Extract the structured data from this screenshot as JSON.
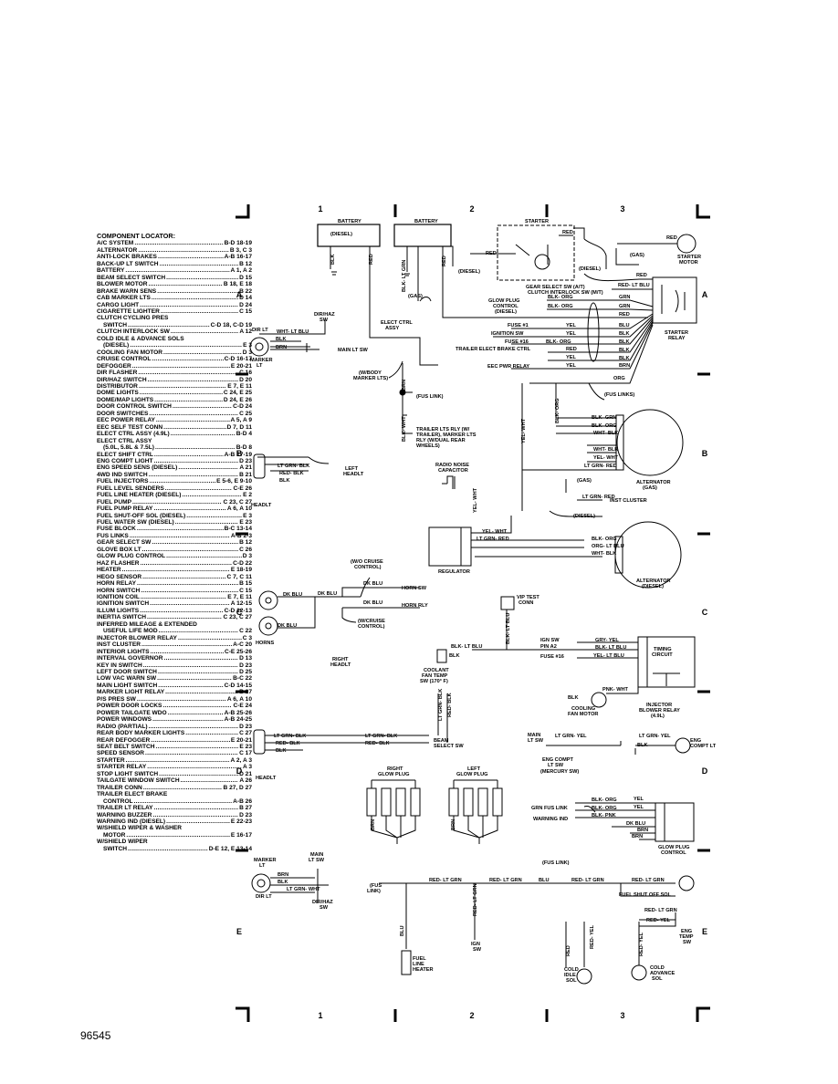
{
  "locator": {
    "title": "COMPONENT LOCATOR:",
    "items": [
      {
        "name": "A/C SYSTEM",
        "ref": "B-D 18-19"
      },
      {
        "name": "ALTERNATOR",
        "ref": "B 3, C 3"
      },
      {
        "name": "ANTI-LOCK BRAKES",
        "ref": "A-B 16-17"
      },
      {
        "name": "BACK-UP LT SWITCH",
        "ref": "B 12"
      },
      {
        "name": "BATTERY",
        "ref": "A 1, A 2"
      },
      {
        "name": "BEAM SELECT SWITCH",
        "ref": "D 15"
      },
      {
        "name": "BLOWER MOTOR",
        "ref": "B 18, E 18"
      },
      {
        "name": "BRAKE WARN SENS",
        "ref": "B 22"
      },
      {
        "name": "CAB MARKER LTS",
        "ref": "D 14"
      },
      {
        "name": "CARGO LIGHT",
        "ref": "D 24"
      },
      {
        "name": "CIGARETTE LIGHTER",
        "ref": "C 15"
      },
      {
        "name": "CLUTCH CYCLING PRES",
        "ref": ""
      },
      {
        "name": "SWITCH",
        "ref": "C-D 18, C-D 19",
        "sub": true
      },
      {
        "name": "CLUTCH INTERLOCK SW",
        "ref": "A 12"
      },
      {
        "name": "COLD IDLE & ADVANCE SOLS",
        "ref": ""
      },
      {
        "name": "(DIESEL)",
        "ref": "E 3",
        "sub": true
      },
      {
        "name": "COOLING FAN MOTOR",
        "ref": "D 3"
      },
      {
        "name": "CRUISE CONTROL",
        "ref": "C-D 16-17"
      },
      {
        "name": "DEFOGGER",
        "ref": "E 20-21"
      },
      {
        "name": "DIR FLASHER",
        "ref": "C 16"
      },
      {
        "name": "DIR/HAZ SWITCH",
        "ref": "D 20"
      },
      {
        "name": "DISTRIBUTOR",
        "ref": "E 7, E 11"
      },
      {
        "name": "DOME LIGHTS",
        "ref": "C 24, E 25"
      },
      {
        "name": "DOME/MAP LIGHTS",
        "ref": "D 24, E 26"
      },
      {
        "name": "DOOR CONTROL SWITCH",
        "ref": "C-D 24"
      },
      {
        "name": "DOOR SWITCHES",
        "ref": "C 25"
      },
      {
        "name": "EEC POWER RELAY",
        "ref": "A 5, A 9"
      },
      {
        "name": "EEC SELF TEST CONN",
        "ref": "D 7, D 11"
      },
      {
        "name": "ELECT CTRL ASSY (4.9L)",
        "ref": "B-D 4"
      },
      {
        "name": "ELECT CTRL ASSY",
        "ref": ""
      },
      {
        "name": "(5.0L, 5.8L & 7.5L)",
        "ref": "B-D 8",
        "sub": true
      },
      {
        "name": "ELECT SHIFT CTRL",
        "ref": "A-B 17-19"
      },
      {
        "name": "ENG COMPT LIGHT",
        "ref": "D 23"
      },
      {
        "name": "ENG SPEED SENS (DIESEL)",
        "ref": "A 21"
      },
      {
        "name": "4WD IND SWITCH",
        "ref": "B 21"
      },
      {
        "name": "FUEL INJECTORS",
        "ref": "E 5-6, E 9-10"
      },
      {
        "name": "FUEL LEVEL SENDERS",
        "ref": "C-E 26"
      },
      {
        "name": "FUEL LINE HEATER (DIESEL)",
        "ref": "E 2"
      },
      {
        "name": "FUEL PUMP",
        "ref": "C 23, C 27"
      },
      {
        "name": "FUEL PUMP RELAY",
        "ref": "A 6, A 10"
      },
      {
        "name": "FUEL SHUT-OFF SOL (DIESEL)",
        "ref": "E 3"
      },
      {
        "name": "FUEL WATER SW (DIESEL)",
        "ref": "E 23"
      },
      {
        "name": "FUSE BLOCK",
        "ref": "B-C 13-14"
      },
      {
        "name": "FUS LINKS",
        "ref": "A-B 2-3"
      },
      {
        "name": "GEAR SELECT SW",
        "ref": "B 12"
      },
      {
        "name": "GLOVE BOX LT",
        "ref": "C 26"
      },
      {
        "name": "GLOW PLUG CONTROL",
        "ref": "D 3"
      },
      {
        "name": "HAZ FLASHER",
        "ref": "C-D 22"
      },
      {
        "name": "HEATER",
        "ref": "E 18-19"
      },
      {
        "name": "HEGO SENSOR",
        "ref": "C 7, C 11"
      },
      {
        "name": "HORN RELAY",
        "ref": "B 15"
      },
      {
        "name": "HORN SWITCH",
        "ref": "C 15"
      },
      {
        "name": "IGNITION COIL",
        "ref": "E 7, E 11"
      },
      {
        "name": "IGNITION SWITCH",
        "ref": "A 12-15"
      },
      {
        "name": "ILLUM LIGHTS",
        "ref": "C-D 12-13"
      },
      {
        "name": "INERTIA SWITCH",
        "ref": "C 23, C 27"
      },
      {
        "name": "INFERRED MILEAGE & EXTENDED",
        "ref": ""
      },
      {
        "name": "USEFUL LIFE MOD",
        "ref": "C 22",
        "sub": true
      },
      {
        "name": "INJECTOR BLOWER RELAY",
        "ref": "C 3"
      },
      {
        "name": "INST CLUSTER",
        "ref": "A-C 20"
      },
      {
        "name": "INTERIOR LIGHTS",
        "ref": "C-E 25-26"
      },
      {
        "name": "INTERVAL GOVERNOR",
        "ref": "D 13"
      },
      {
        "name": "KEY IN SWITCH",
        "ref": "D 23"
      },
      {
        "name": "LEFT DOOR SWITCH",
        "ref": "D 25"
      },
      {
        "name": "LOW VAC WARN SW",
        "ref": "B-C 22"
      },
      {
        "name": "MAIN LIGHT SWITCH",
        "ref": "C-D 14-15"
      },
      {
        "name": "MARKER LIGHT RELAY",
        "ref": "B 27"
      },
      {
        "name": "P/S PRES SW",
        "ref": "A 6, A 10"
      },
      {
        "name": "POWER DOOR LOCKS",
        "ref": "C-E 24"
      },
      {
        "name": "POWER TAILGATE WDO",
        "ref": "A-B 25-26"
      },
      {
        "name": "POWER WINDOWS",
        "ref": "A-B 24-25"
      },
      {
        "name": "RADIO (PARTIAL)",
        "ref": "D 23"
      },
      {
        "name": "REAR BODY MARKER LIGHTS",
        "ref": "C 27"
      },
      {
        "name": "REAR DEFOGGER",
        "ref": "E 20-21"
      },
      {
        "name": "SEAT BELT SWITCH",
        "ref": "E 23"
      },
      {
        "name": "SPEED SENSOR",
        "ref": "C 17"
      },
      {
        "name": "STARTER",
        "ref": "A 2, A 3"
      },
      {
        "name": "STARTER RELAY",
        "ref": "A 3"
      },
      {
        "name": "STOP LIGHT SWITCH",
        "ref": "D 21"
      },
      {
        "name": "TAILGATE WINDOW SWITCH",
        "ref": "A 26"
      },
      {
        "name": "TRAILER CONN",
        "ref": "B 27, D 27"
      },
      {
        "name": "TRAILER ELECT BRAKE",
        "ref": ""
      },
      {
        "name": "CONTROL",
        "ref": "A-B 26",
        "sub": true
      },
      {
        "name": "TRAILER LT RELAY",
        "ref": "B 27"
      },
      {
        "name": "WARNING BUZZER",
        "ref": "D 23"
      },
      {
        "name": "WARNING IND (DIESEL)",
        "ref": "E 22-23"
      },
      {
        "name": "W/SHIELD WIPER & WASHER",
        "ref": ""
      },
      {
        "name": "MOTOR",
        "ref": "E 16-17",
        "sub": true
      },
      {
        "name": "W/SHIELD WIPER",
        "ref": ""
      },
      {
        "name": "SWITCH",
        "ref": "D-E 12, E 13-14",
        "sub": true
      }
    ]
  },
  "grid": {
    "columns": [
      "1",
      "2",
      "3"
    ],
    "rows": [
      "A",
      "B",
      "C",
      "D",
      "E"
    ]
  },
  "labels": {
    "battery_left": "BATTERY",
    "diesel_batt": "(DIESEL)",
    "battery_right": "BATTERY",
    "starter_top": "STARTER",
    "red": "RED",
    "gas": "(GAS)",
    "diesel_paren": "(DIESEL)",
    "starter_motor_1": "STARTER",
    "starter_motor_2": "MOTOR",
    "blk": "BLK",
    "blk_lt_grn": "BLK- LT GRN",
    "gas2": "(GAS)",
    "elect_ctrl_1": "ELECT CTRL",
    "elect_ctrl_2": "ASSY",
    "dir_haz_sw_1": "DIR/HAZ",
    "dir_haz_sw_2": "SW",
    "dir_lt": "DIR LT",
    "wht_lt_blu": "WHT- LT BLU",
    "brn": "BRN",
    "main_lt_sw": "MAIN LT SW",
    "marker_lt_1": "MARKER",
    "marker_lt_2": "LT",
    "gear_select": "GEAR SELECT SW (A/T)",
    "clutch_interlock": "CLUTCH INTERLOCK SW (M/T)",
    "red_lt_blu": "RED- LT BLU",
    "glow_ctrl_1": "GLOW PLUG",
    "glow_ctrl_2": "CONTROL",
    "glow_ctrl_3": "(DIESEL)",
    "blk_org": "BLK- ORG",
    "grn": "GRN",
    "fuse1": "FUSE #1",
    "ign_sw": "IGNITION SW",
    "fuse16": "FUSE #16",
    "trailer_brake": "TRAILER ELECT BRAKE CTRL",
    "eec_pwr": "EEC PWR RELAY",
    "yel": "YEL",
    "blu": "BLU",
    "starter_relay_1": "STARTER",
    "starter_relay_2": "RELAY",
    "org": "ORG",
    "fus_links": "(FUS LINKS)",
    "body_marker_1": "(W/BODY",
    "body_marker_2": "MARKER LTS)",
    "fus_link": "(FUS LINK)",
    "blk_wht": "BLK- WHT",
    "yel_wht": "YEL- WHT",
    "trailer_relay_1": "TRAILER LTS RLY (W/",
    "trailer_relay_2": "TRAILER), MARKER LTS",
    "trailer_relay_3": "RLY (W/DUAL REAR",
    "trailer_relay_4": "WHEELS)",
    "blk_grn": "BLK- GRN",
    "wht_blk": "WHT- BLK",
    "yel_wht2": "YEL- WHT",
    "lt_grn_red": "LT GRN- RED",
    "alt_gas_1": "ALTERNATOR",
    "alt_gas_2": "(GAS)",
    "inst_cluster": "INST CLUSTER",
    "lt_grn_blk": "LT GRN- BLK",
    "red_blk": "RED- BLK",
    "left_headlt_1": "LEFT",
    "left_headlt_2": "HEADLT",
    "headlt": "HEADLT",
    "radio_noise_1": "RADIO NOISE",
    "radio_noise_2": "CAPACITOR",
    "regulator": "REGULATOR",
    "org_lt_blu": "ORG- LT BLU",
    "alt_diesel_1": "ALTERNATOR",
    "alt_diesel_2": "(DIESEL)",
    "wo_cruise_1": "(W/O CRUISE",
    "wo_cruise_2": "CONTROL)",
    "w_cruise_1": "(W/CRUISE",
    "w_cruise_2": "CONTROL)",
    "dk_blu": "DK BLU",
    "horn_sw": "HORN SW",
    "horn_rly": "HORN RLY",
    "horns": "HORNS",
    "vip_1": "VIP TEST",
    "vip_2": "CONN",
    "blk_lt_blu": "BLK- LT BLU",
    "ign_sw_pin_1": "IGN SW",
    "ign_sw_pin_2": "PIN A2",
    "grn_yel": "GRY- YEL",
    "yel_lt_blu": "YEL- LT BLU",
    "timing_1": "TIMING",
    "timing_2": "CIRCUIT",
    "coolant_1": "COOLANT",
    "coolant_2": "FAN TEMP",
    "coolant_3": "SW (170° F)",
    "pnk_wht": "PNK- WHT",
    "cooling_fan_1": "COOLING",
    "cooling_fan_2": "FAN MOTOR",
    "injector_relay_1": "INJECTOR",
    "injector_relay_2": "BLOWER RELAY",
    "injector_relay_3": "(4.9L)",
    "right_headlt_1": "RIGHT",
    "right_headlt_2": "HEADLT",
    "lt_grn_blk2": "LT GRN- BLK",
    "red_blk2": "RED- BLK",
    "beam_select_1": "BEAM",
    "beam_select_2": "SELECT SW",
    "main_lt_sw_1": "MAIN",
    "main_lt_sw_2": "LT SW",
    "lt_grn_yel": "LT GRN- YEL",
    "eng_compt_1": "ENG",
    "eng_compt_2": "COMPT LT",
    "eng_compt_sw_1": "ENG COMPT",
    "eng_compt_sw_2": "LT SW",
    "eng_compt_sw_3": "(MERCURY SW)",
    "right_glow_1": "RIGHT",
    "right_glow_2": "GLOW PLUG",
    "left_glow_1": "LEFT",
    "left_glow_2": "GLOW PLUG",
    "grn_fus_link": "GRN FUS LINK",
    "blk_pnk": "BLK- PNK",
    "warning_ind": "WARNING IND",
    "glow_plug_ctrl_1": "GLOW PLUG",
    "glow_plug_ctrl_2": "CONTROL",
    "marker_lt_e1": "MARKER",
    "marker_lt_e2": "LT",
    "main_lt_sw_e1": "MAIN",
    "main_lt_sw_e2": "LT SW",
    "lt_grn_wht": "LT GRN- WHT",
    "dir_lt_e": "DIR LT",
    "dir_haz_e1": "DIR/HAZ",
    "dir_haz_e2": "SW",
    "fus_link_e1": "(FUS",
    "fus_link_e2": "LINK)",
    "red_lt_grn": "RED- LT GRN",
    "fuel_shutoff": "FUEL SHUT OFF SOL",
    "red_lt_grn2": "RED- LT GRN",
    "red_yel": "RED- YEL",
    "eng_temp_1": "ENG",
    "eng_temp_2": "TEMP",
    "eng_temp_3": "SW",
    "ign_sw_e1": "IGN",
    "ign_sw_e2": "SW",
    "fuel_heater_1": "FUEL",
    "fuel_heater_2": "LINE",
    "fuel_heater_3": "HEATER",
    "cold_idle_1": "COLD",
    "cold_idle_2": "IDLE",
    "cold_idle_3": "SOL",
    "cold_adv_1": "COLD",
    "cold_adv_2": "ADVANCE",
    "cold_adv_3": "SOL",
    "fus_link_top": "(FUS LINK)"
  },
  "page_code": "96545"
}
